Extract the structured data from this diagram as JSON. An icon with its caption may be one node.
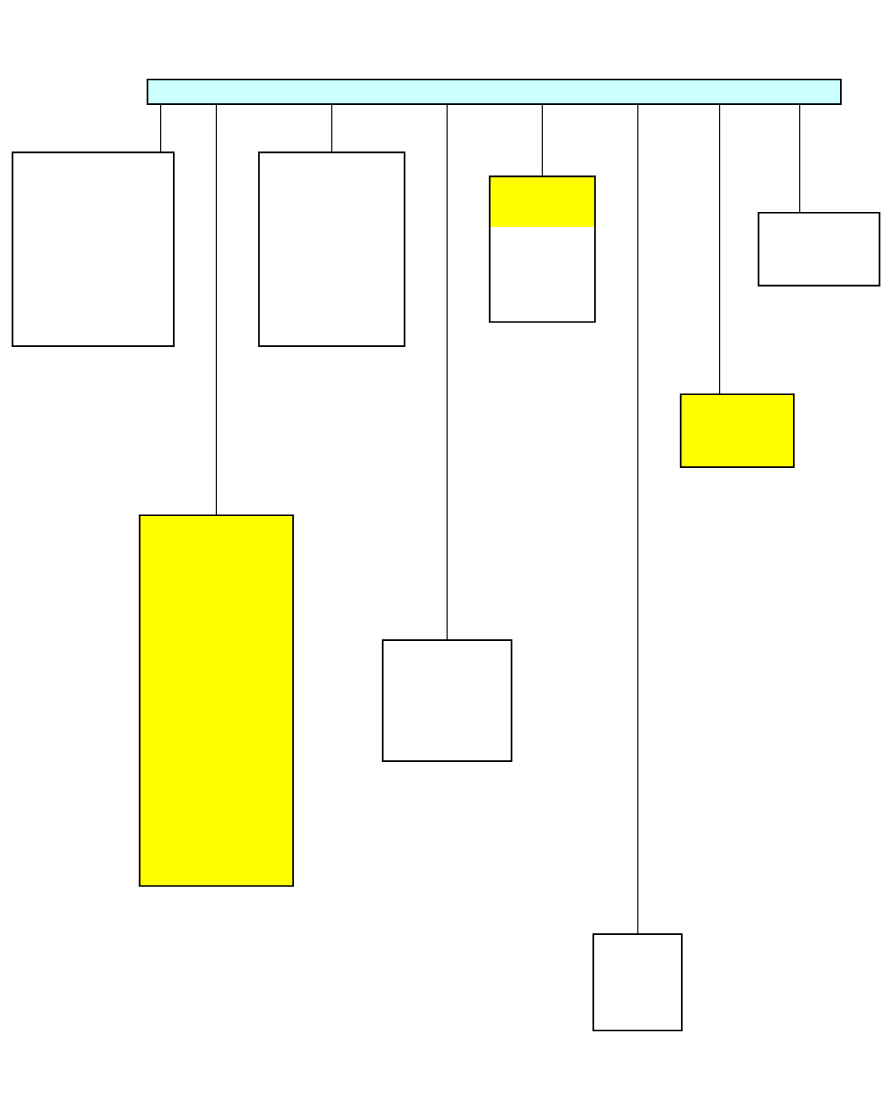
{
  "diagram": {
    "nodes": [
      {
        "text": [],
        "shape": "box"
      },
      {
        "text": [],
        "shape": "box"
      },
      {
        "text": [],
        "shape": "box"
      },
      {
        "text": [],
        "shape": "box"
      },
      {
        "text": [],
        "shape": "box"
      },
      {
        "text": [],
        "shape": "box"
      },
      {
        "text": [],
        "shape": "box"
      },
      {
        "text": [],
        "shape": "box"
      },
      {
        "text": [],
        "shape": "box"
      }
    ],
    "edges": [
      {
        "from": 0,
        "to": 1,
        "arrow": "none"
      },
      {
        "from": 0,
        "to": 6,
        "arrow": "none"
      },
      {
        "from": 0,
        "to": 2,
        "arrow": "none"
      },
      {
        "from": 0,
        "to": 7,
        "arrow": "none"
      },
      {
        "from": 0,
        "to": 3,
        "arrow": "none"
      },
      {
        "from": 0,
        "to": 8,
        "arrow": "none"
      },
      {
        "from": 0,
        "to": 5,
        "arrow": "none"
      },
      {
        "from": 0,
        "to": 4,
        "arrow": "none"
      }
    ]
  }
}
